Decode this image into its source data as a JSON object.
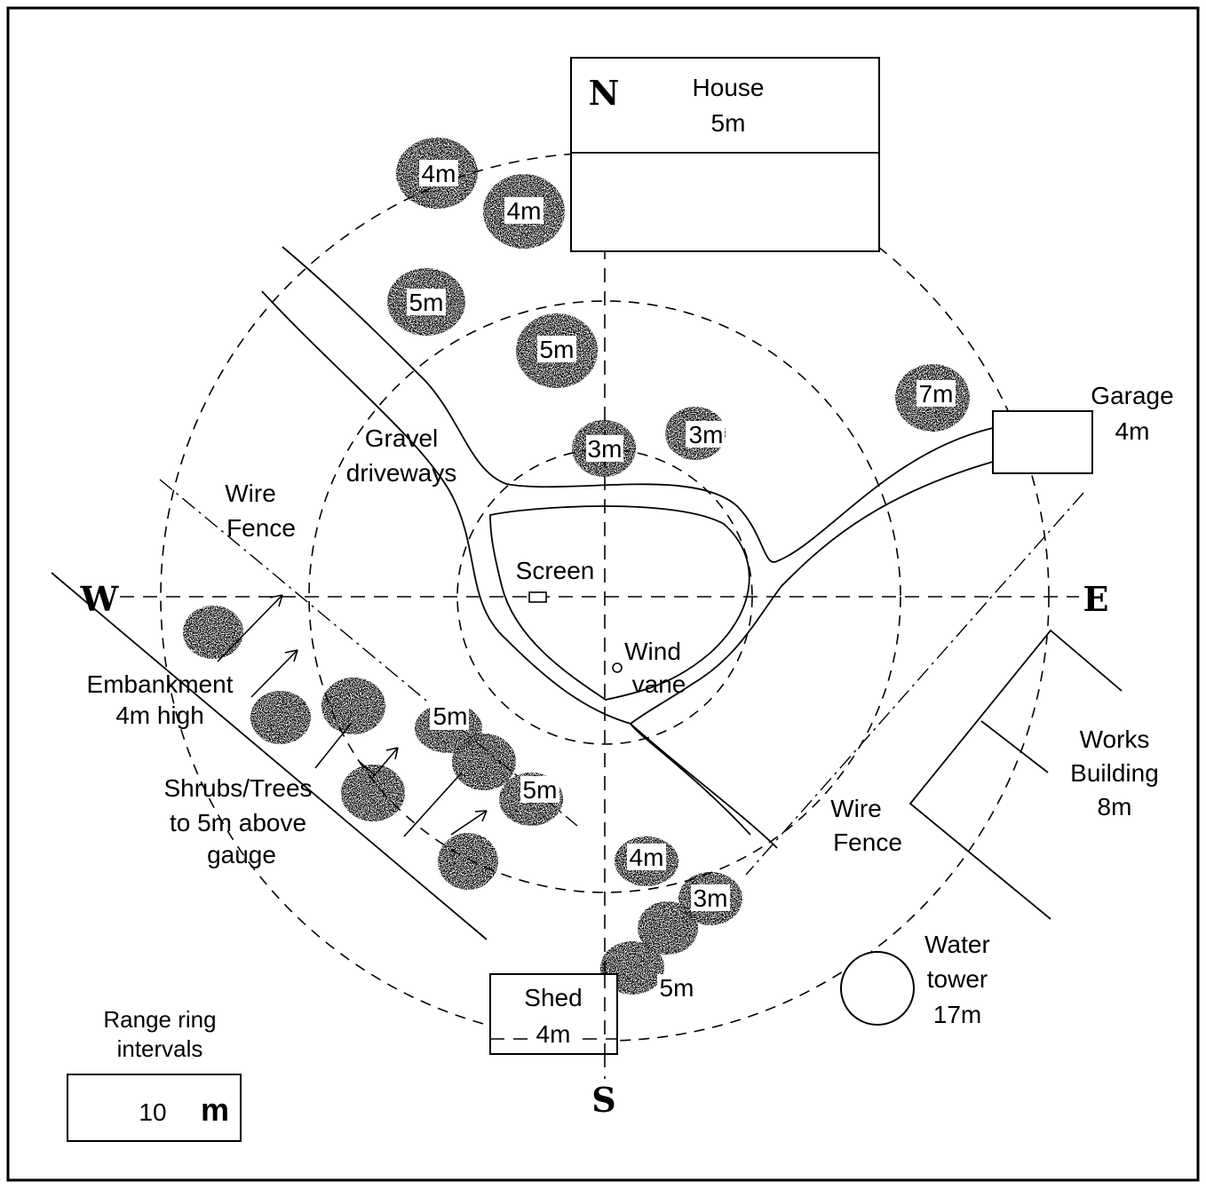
{
  "compass": {
    "north": "N",
    "south": "S",
    "east": "E",
    "west": "W"
  },
  "structures": {
    "house": {
      "name": "House",
      "height": "5m"
    },
    "garage": {
      "name": "Garage",
      "height": "4m"
    },
    "works": {
      "line1": "Works",
      "line2": "Building",
      "height": "8m"
    },
    "water_tower": {
      "line1": "Water",
      "line2": "tower",
      "height": "17m"
    },
    "shed": {
      "name": "Shed",
      "height": "4m"
    }
  },
  "labels": {
    "gravel_1": "Gravel",
    "gravel_2": "driveways",
    "wire_fence_w_1": "Wire",
    "wire_fence_w_2": "Fence",
    "wire_fence_e_1": "Wire",
    "wire_fence_e_2": "Fence",
    "screen": "Screen",
    "wind_vane_1": "Wind",
    "wind_vane_2": "vane",
    "embankment_1": "Embankment",
    "embankment_2": "4m high",
    "shrubs_1": "Shrubs/Trees",
    "shrubs_2": "to 5m above",
    "shrubs_3": "gauge"
  },
  "trees": [
    {
      "id": "t1",
      "height": "4m"
    },
    {
      "id": "t2",
      "height": "4m"
    },
    {
      "id": "t3",
      "height": "5m"
    },
    {
      "id": "t4",
      "height": "5m"
    },
    {
      "id": "t5",
      "height": "7m"
    },
    {
      "id": "t6",
      "height": "3m"
    },
    {
      "id": "t7",
      "height": "3m"
    },
    {
      "id": "t8",
      "height": "5m"
    },
    {
      "id": "t9",
      "height": "5m"
    },
    {
      "id": "t10",
      "height": "4m"
    },
    {
      "id": "t11",
      "height": "3m"
    },
    {
      "id": "t12",
      "height": "5m"
    }
  ],
  "legend": {
    "title_1": "Range ring",
    "title_2": "intervals",
    "value": "10",
    "unit": "m"
  }
}
